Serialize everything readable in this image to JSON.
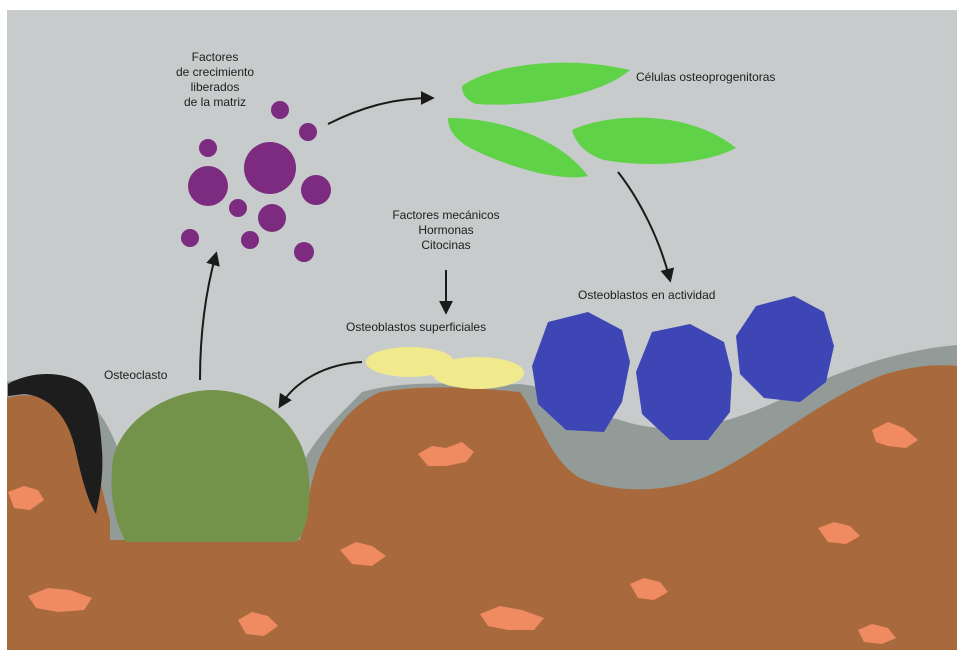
{
  "labels": {
    "growth_factors": [
      "Factores",
      "de crecimiento",
      "liberados",
      "de la matriz"
    ],
    "progenitor_cells": "Células osteoprogenitoras",
    "stimuli": [
      "Factores mecánicos",
      "Hormonas",
      "Citocinas"
    ],
    "active_osteoblasts": "Osteoblastos en actividad",
    "surface_osteoblasts": "Osteoblastos superficiales",
    "osteoclast": "Osteoclasto"
  },
  "colors": {
    "background": "#c7cbcb",
    "bone": "#a8693d",
    "lining": "#929b98",
    "growth_factor": "#7c2b80",
    "progenitor": "#5fd247",
    "osteoblast_active": "#3d46b4",
    "osteoblast_surface": "#f1ea8c",
    "osteoclast": "#73934b",
    "old_layer": "#1d1d1d",
    "osteocyte": "#f08b61",
    "arrow": "#1a1a1a"
  }
}
